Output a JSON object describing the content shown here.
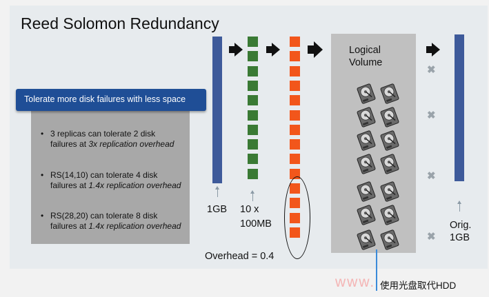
{
  "slide": {
    "title": "Reed Solomon Redundancy",
    "tolerate": {
      "header": "Tolerate more disk failures with less space",
      "bullets": [
        {
          "dot": "•",
          "text": "3 replicas can tolerate 2 disk failures at ",
          "emph": "3x replication overhead"
        },
        {
          "dot": "•",
          "text": "RS(14,10) can tolerate 4 disk failures at ",
          "emph": "1.4x replication overhead"
        },
        {
          "dot": "•",
          "text": "RS(28,20) can tolerate 8 disk failures at ",
          "emph": "1.4x replication overhead"
        }
      ]
    },
    "labels": {
      "orig_size": "1GB",
      "chunks_line1": "10 x",
      "chunks_line2": "100MB",
      "overhead": "Overhead = 0.4",
      "logical_line1": "Logical",
      "logical_line2": "Volume",
      "restored_line1": "Orig.",
      "restored_line2": "1GB",
      "failure_mark": "✖"
    },
    "counts": {
      "data_chunks": 10,
      "total_chunks": 14,
      "disks": 14,
      "failed_disks": 4
    }
  },
  "colors": {
    "blue_bar": "#3e5a9a",
    "green_chunk": "#3a7a34",
    "orange_chunk": "#f2561b",
    "header_blue": "#1f4e96"
  },
  "annotation": {
    "watermark": "www.",
    "caption": "使用光盘取代HDD"
  }
}
